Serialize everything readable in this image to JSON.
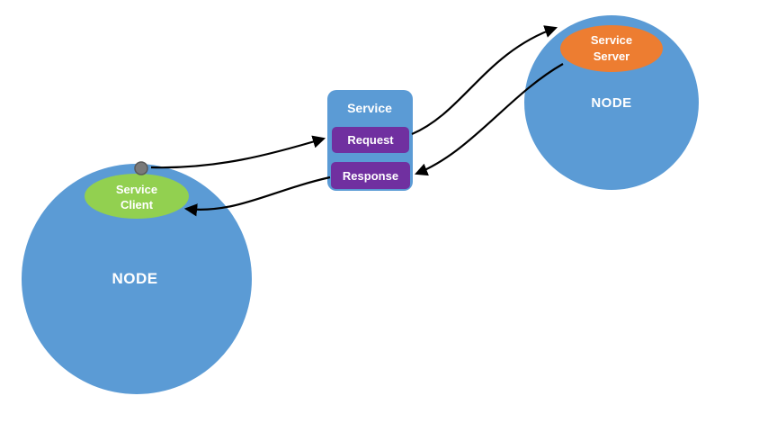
{
  "diagram": {
    "left_node": {
      "label": "NODE",
      "client": {
        "label_line1": "Service",
        "label_line2": "Client"
      }
    },
    "right_node": {
      "label": "NODE",
      "server": {
        "label_line1": "Service",
        "label_line2": "Server"
      }
    },
    "service_box": {
      "title": "Service",
      "request_label": "Request",
      "response_label": "Response"
    }
  },
  "colors": {
    "node_blue": "#5b9bd5",
    "client_green": "#92d050",
    "server_orange": "#ed7d31",
    "message_purple": "#7030a0",
    "connector_dot_gray": "#7a7a7a",
    "connector_dot_edge": "#595959",
    "arrow_black": "#000000",
    "background": "#ffffff"
  }
}
